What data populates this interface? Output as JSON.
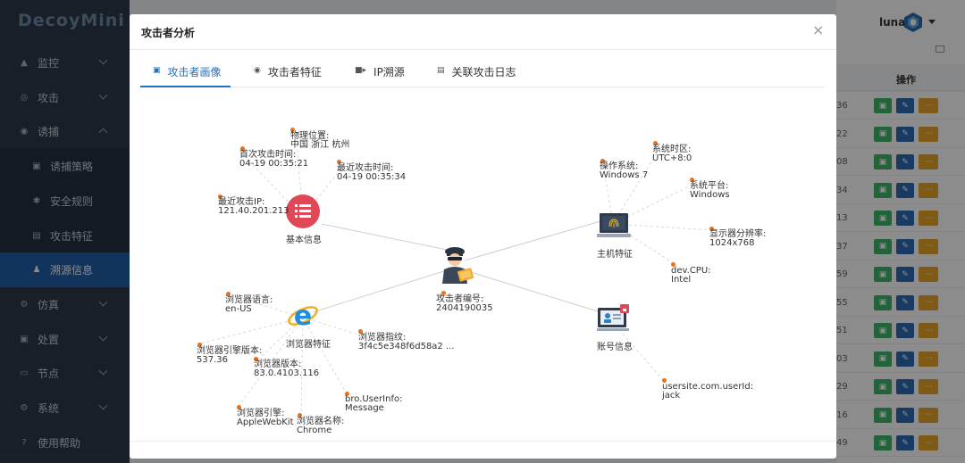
{
  "app": {
    "logo": "DecoyMini",
    "user": "luna"
  },
  "sidebar": {
    "items": [
      {
        "label": "监控",
        "icon": "home-icon"
      },
      {
        "label": "攻击",
        "icon": "target-icon"
      },
      {
        "label": "诱捕",
        "icon": "record-icon"
      },
      {
        "label": "诱捕策略",
        "icon": "briefcase-icon"
      },
      {
        "label": "安全规则",
        "icon": "gear-icon"
      },
      {
        "label": "攻击特征",
        "icon": "card-icon"
      },
      {
        "label": "溯源信息",
        "icon": "person-icon"
      },
      {
        "label": "仿真",
        "icon": "cog-icon"
      },
      {
        "label": "处置",
        "icon": "briefcase-icon"
      },
      {
        "label": "节点",
        "icon": "monitor-icon"
      },
      {
        "label": "系统",
        "icon": "settings-icon"
      },
      {
        "label": "使用帮助",
        "icon": "help-icon"
      }
    ]
  },
  "background_table": {
    "header": "操作",
    "row_numbers": [
      "36",
      "22",
      "08",
      "34",
      "13",
      "37",
      "59",
      "55",
      "51",
      "03",
      "29",
      "16",
      "49"
    ]
  },
  "modal": {
    "title": "攻击者分析",
    "close": "×",
    "tabs": [
      {
        "label": "攻击者画像"
      },
      {
        "label": "攻击者特征"
      },
      {
        "label": "IP溯源"
      },
      {
        "label": "关联攻击日志"
      }
    ]
  },
  "graph": {
    "center": {
      "label": "攻击者编号:",
      "value": "2404190035"
    },
    "hubs": {
      "basic": "基本信息",
      "host": "主机特征",
      "browser": "浏览器特征",
      "account": "账号信息"
    },
    "basic": {
      "location_label": "物理位置:",
      "location_value": "中国 浙江 杭州",
      "first_label": "首次攻击时间:",
      "first_value": "04-19 00:35:21",
      "last_label": "最近攻击时间:",
      "last_value": "04-19 00:35:34",
      "ip_label": "最近攻击IP:",
      "ip_value": "121.40.201.213"
    },
    "host": {
      "os_label": "操作系统:",
      "os_value": "Windows 7",
      "tz_label": "系统时区:",
      "tz_value": "UTC+8:0",
      "platform_label": "系统平台:",
      "platform_value": "Windows",
      "res_label": "显示器分辨率:",
      "res_value": "1024x768",
      "cpu_label": "dev.CPU:",
      "cpu_value": "Intel"
    },
    "browser": {
      "lang_label": "浏览器语言:",
      "lang_value": "en-US",
      "fp_label": "浏览器指纹:",
      "fp_value": "3f4c5e348f6d58a2 ...",
      "engine_ver_label": "浏览器引擎版本:",
      "engine_ver_value": "537.36",
      "ver_label": "浏览器版本:",
      "ver_value": "83.0.4103.116",
      "userinfo_label": "bro.UserInfo:",
      "userinfo_value": "Message",
      "engine_label": "浏览器引擎:",
      "engine_value": "AppleWebKit",
      "name_label": "浏览器名称:",
      "name_value": "Chrome"
    },
    "account": {
      "user_label": "usersite.com.userId:",
      "user_value": "jack"
    }
  },
  "colors": {
    "sidebar": "#2d3a4b",
    "active": "#1f5da8",
    "accent": "#1f6fc2",
    "dot": "#e8731c",
    "basic_icon": "#e04858"
  }
}
